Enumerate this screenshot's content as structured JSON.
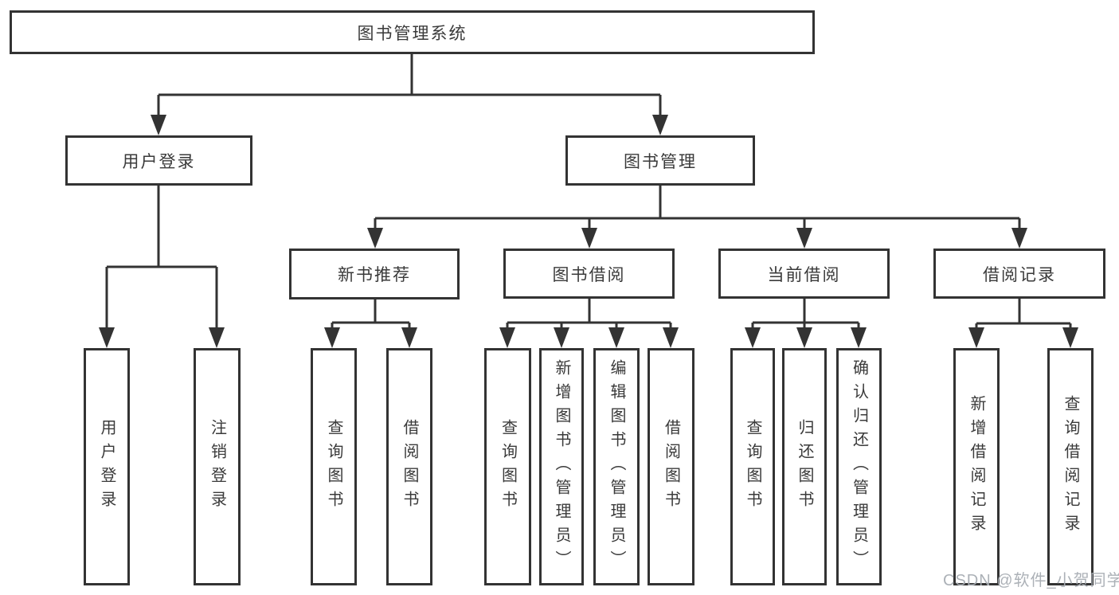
{
  "colors": {
    "line": "#333333",
    "border": "#333333",
    "text": "#3a3a3a",
    "background": "#ffffff",
    "watermark": "#a8adb3"
  },
  "watermark": {
    "text": "CSDN @软件_小贺同学"
  },
  "diagram": {
    "root": {
      "label": "图书管理系统"
    },
    "branches": [
      {
        "label": "用户登录",
        "children": [
          {
            "label": "用户登录"
          },
          {
            "label": "注销登录"
          }
        ]
      },
      {
        "label": "图书管理",
        "modules": [
          {
            "label": "新书推荐",
            "children": [
              {
                "label": "查询图书"
              },
              {
                "label": "借阅图书"
              }
            ]
          },
          {
            "label": "图书借阅",
            "children": [
              {
                "label": "查询图书"
              },
              {
                "label": "新增图书（管理员）"
              },
              {
                "label": "编辑图书（管理员）"
              },
              {
                "label": "借阅图书"
              }
            ]
          },
          {
            "label": "当前借阅",
            "children": [
              {
                "label": "查询图书"
              },
              {
                "label": "归还图书"
              },
              {
                "label": "确认归还（管理员）"
              }
            ]
          },
          {
            "label": "借阅记录",
            "children": [
              {
                "label": "新增借阅记录"
              },
              {
                "label": "查询借阅记录"
              }
            ]
          }
        ]
      }
    ]
  }
}
